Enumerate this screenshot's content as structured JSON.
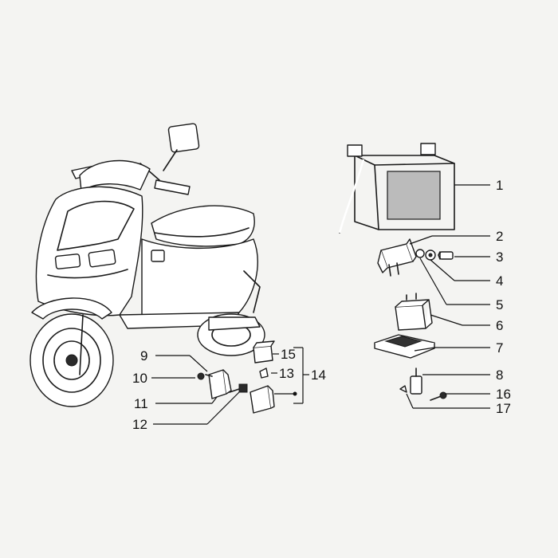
{
  "callouts": [
    {
      "id": "1",
      "text": "1"
    },
    {
      "id": "2",
      "text": "2"
    },
    {
      "id": "3",
      "text": "3"
    },
    {
      "id": "4",
      "text": "4"
    },
    {
      "id": "5",
      "text": "5"
    },
    {
      "id": "6",
      "text": "6"
    },
    {
      "id": "7",
      "text": "7"
    },
    {
      "id": "8",
      "text": "8"
    },
    {
      "id": "9",
      "text": "9"
    },
    {
      "id": "10",
      "text": "10"
    },
    {
      "id": "11",
      "text": "11"
    },
    {
      "id": "12",
      "text": "12"
    },
    {
      "id": "13",
      "text": "13"
    },
    {
      "id": "14",
      "text": "14"
    },
    {
      "id": "15",
      "text": "15"
    },
    {
      "id": "16",
      "text": "16"
    },
    {
      "id": "17",
      "text": "17"
    }
  ],
  "parts": [
    {
      "name": "scooter-illustration"
    },
    {
      "name": "battery"
    },
    {
      "name": "starter-relay"
    },
    {
      "name": "flasher-unit"
    },
    {
      "name": "fuse-holder"
    }
  ]
}
